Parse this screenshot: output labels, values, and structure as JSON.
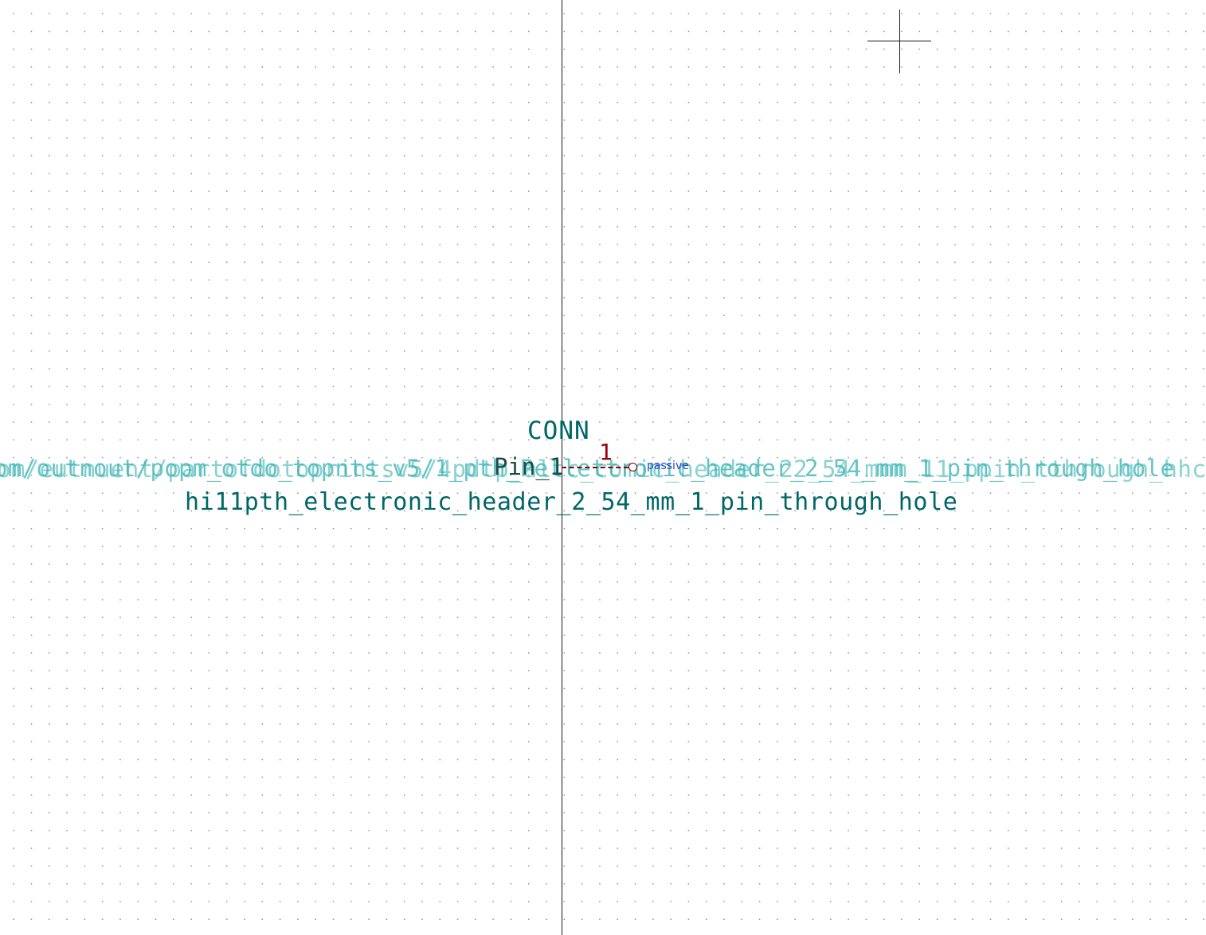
{
  "symbol": {
    "reference": "CONN",
    "value": "hi11pth_electronic_header_2_54_mm_1_pin_through_hole",
    "field_overlay_a": "om/outnout/popm_otdo_topnts_v5/1_pth_Pellettronic_header_2_54_mm_1_pin_through_hole",
    "field_overlay_b": "om/eutnuent/partofdotoprintsv5/4pdtp_altc_comic_header_22_54_mmm_11_ppin_tthrough_hhc",
    "pin": {
      "name": "Pin_1",
      "number": "1",
      "type": "passive"
    }
  },
  "colors": {
    "reference_text": "#006666",
    "field_text": "#3cb4b4",
    "pin_line": "#880000",
    "pin_number": "#990000",
    "pin_type": "#3344cc",
    "grid_dots": "#9a9a9a",
    "background": "#ffffff"
  },
  "icons": {
    "cursor": "crosshair-icon"
  }
}
